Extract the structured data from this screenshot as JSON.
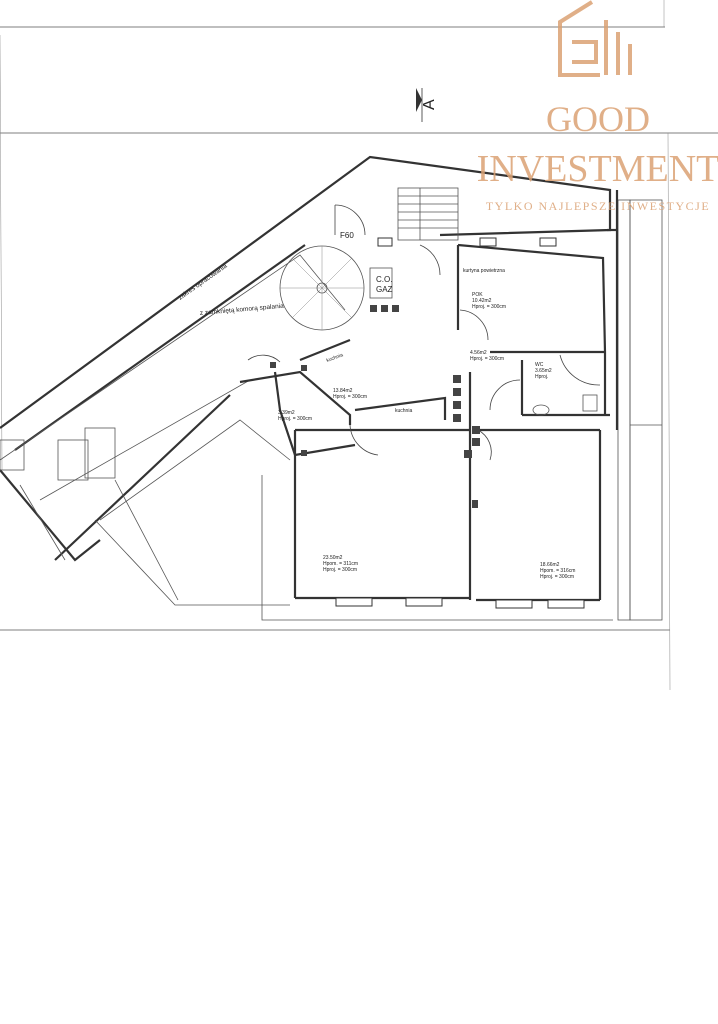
{
  "watermark": {
    "line1": "GOOD",
    "line2": "INVESTMENT",
    "tagline": "TYLKO NAJLEPSZE INWESTYCJE",
    "color": "#dba274"
  },
  "plan": {
    "section_marker": "A",
    "label_range": "zakres opracowania",
    "label_chamber": "z zamkniętą komorą spalania",
    "label_f60": "F60",
    "label_co": "C.O.",
    "label_gaz": "GAZ",
    "label_curtain": "kurtyna powietrzna",
    "label_kuchnia_1": "kuchnia",
    "label_kuchnia_2": "kuchnia",
    "rooms": [
      {
        "id": "pok",
        "name": "POK",
        "area": "10.42m2",
        "height": "Hproj. = 300cm"
      },
      {
        "id": "hall",
        "area": "4.56m2",
        "height": "Hproj. = 300cm"
      },
      {
        "id": "wc",
        "name": "WC",
        "area": "3.65m2",
        "height": "Hproj."
      },
      {
        "id": "r1384",
        "area": "13.84m2",
        "height": "Hproj. = 300cm"
      },
      {
        "id": "r339",
        "area": "3.39m2",
        "height": "Hproj. = 300cm"
      },
      {
        "id": "r2350",
        "area": "23.50m2",
        "height1": "Hpom. = 311cm",
        "height2": "Hproj. = 300cm"
      },
      {
        "id": "r1866",
        "area": "18.66m2",
        "height1": "Hpom. = 316cm",
        "height2": "Hproj. = 300cm"
      }
    ]
  }
}
